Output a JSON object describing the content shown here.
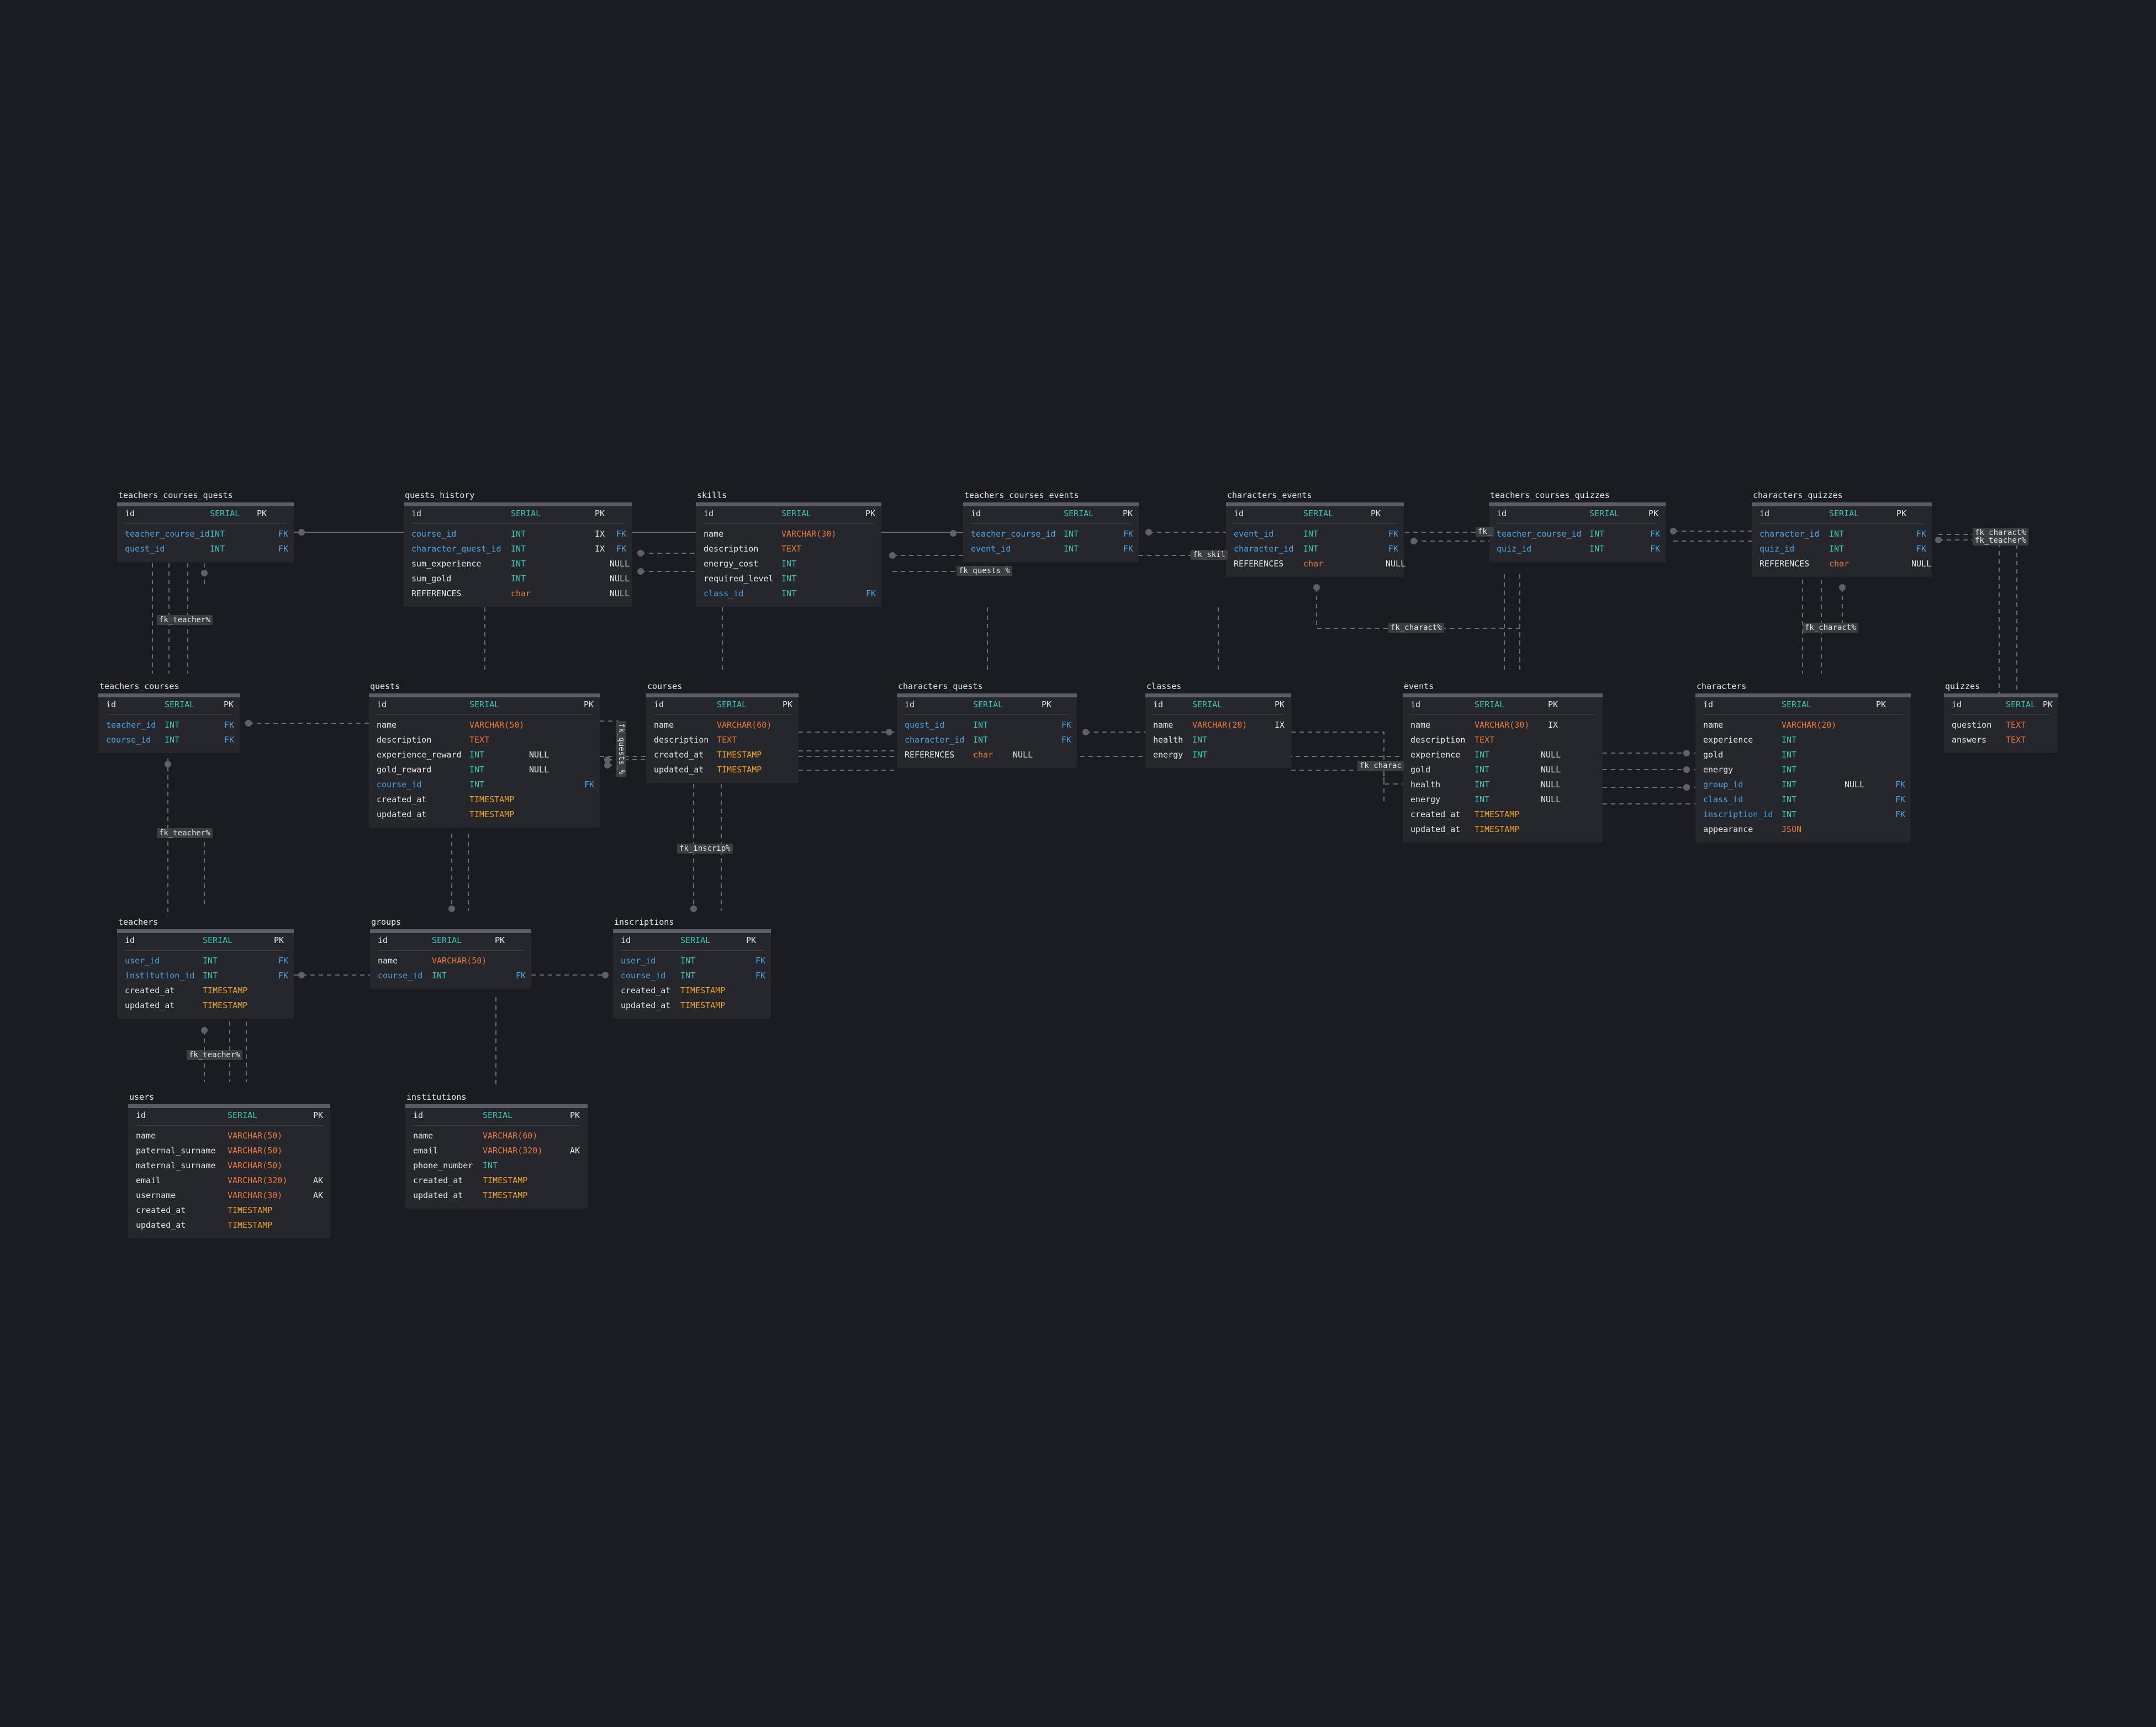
{
  "colors": {
    "background": "#1b1c21",
    "table_body": "#25272c",
    "header_bar": "#5a5d66",
    "field": "#e6e6e6",
    "fk_field": "#4aa5e0",
    "type_serial": "#3cc6b6",
    "type_int": "#3cc6b6",
    "type_text": "#ee7733",
    "type_timestamp": "#f0a020",
    "type_json": "#ee7733",
    "key_fk": "#4aa5e0",
    "edge": "#6a6d74"
  },
  "tables": [
    {
      "name": "teachers_courses_quests",
      "rows": [
        {
          "field": "id",
          "type": "SERIAL",
          "flags": "PK",
          "sep": true
        },
        {
          "field": "teacher_course_id",
          "type": "INT",
          "key": "FK",
          "fk": true
        },
        {
          "field": "quest_id",
          "type": "INT",
          "key": "FK",
          "fk": true
        }
      ]
    },
    {
      "name": "quests_history",
      "rows": [
        {
          "field": "id",
          "type": "SERIAL",
          "flags": "PK",
          "sep": true
        },
        {
          "field": "course_id",
          "type": "INT",
          "flags": "IX",
          "key": "FK",
          "fk": true
        },
        {
          "field": "character_quest_id",
          "type": "INT",
          "flags": "IX",
          "key": "FK",
          "fk": true
        },
        {
          "field": "sum_experience",
          "type": "INT",
          "nul": "NULL"
        },
        {
          "field": "sum_gold",
          "type": "INT",
          "nul": "NULL"
        },
        {
          "field": "REFERENCES",
          "type": "char",
          "nul": "NULL"
        }
      ]
    },
    {
      "name": "skills",
      "rows": [
        {
          "field": "id",
          "type": "SERIAL",
          "flags": "PK",
          "sep": true
        },
        {
          "field": "name",
          "type": "VARCHAR(30)"
        },
        {
          "field": "description",
          "type": "TEXT"
        },
        {
          "field": "energy_cost",
          "type": "INT"
        },
        {
          "field": "required_level",
          "type": "INT"
        },
        {
          "field": "class_id",
          "type": "INT",
          "key": "FK",
          "fk": true
        }
      ]
    },
    {
      "name": "teachers_courses_events",
      "rows": [
        {
          "field": "id",
          "type": "SERIAL",
          "flags": "PK",
          "sep": true
        },
        {
          "field": "teacher_course_id",
          "type": "INT",
          "key": "FK",
          "fk": true
        },
        {
          "field": "event_id",
          "type": "INT",
          "key": "FK",
          "fk": true
        }
      ]
    },
    {
      "name": "characters_events",
      "rows": [
        {
          "field": "id",
          "type": "SERIAL",
          "flags": "PK",
          "sep": true
        },
        {
          "field": "event_id",
          "type": "INT",
          "key": "FK",
          "fk": true
        },
        {
          "field": "character_id",
          "type": "INT",
          "key": "FK",
          "fk": true
        },
        {
          "field": "REFERENCES",
          "type": "char",
          "nul": "NULL"
        }
      ]
    },
    {
      "name": "teachers_courses_quizzes",
      "rows": [
        {
          "field": "id",
          "type": "SERIAL",
          "flags": "PK",
          "sep": true
        },
        {
          "field": "teacher_course_id",
          "type": "INT",
          "key": "FK",
          "fk": true
        },
        {
          "field": "quiz_id",
          "type": "INT",
          "key": "FK",
          "fk": true
        }
      ]
    },
    {
      "name": "characters_quizzes",
      "rows": [
        {
          "field": "id",
          "type": "SERIAL",
          "flags": "PK",
          "sep": true
        },
        {
          "field": "character_id",
          "type": "INT",
          "key": "FK",
          "fk": true
        },
        {
          "field": "quiz_id",
          "type": "INT",
          "key": "FK",
          "fk": true
        },
        {
          "field": "REFERENCES",
          "type": "char",
          "nul": "NULL"
        }
      ]
    },
    {
      "name": "teachers_courses",
      "rows": [
        {
          "field": "id",
          "type": "SERIAL",
          "flags": "PK",
          "sep": true
        },
        {
          "field": "teacher_id",
          "type": "INT",
          "key": "FK",
          "fk": true
        },
        {
          "field": "course_id",
          "type": "INT",
          "key": "FK",
          "fk": true
        }
      ]
    },
    {
      "name": "quests",
      "rows": [
        {
          "field": "id",
          "type": "SERIAL",
          "flags": "PK",
          "sep": true
        },
        {
          "field": "name",
          "type": "VARCHAR(50)"
        },
        {
          "field": "description",
          "type": "TEXT"
        },
        {
          "field": "experience_reward",
          "type": "INT",
          "nul": "NULL"
        },
        {
          "field": "gold_reward",
          "type": "INT",
          "nul": "NULL"
        },
        {
          "field": "course_id",
          "type": "INT",
          "key": "FK",
          "fk": true
        },
        {
          "field": "created_at",
          "type": "TIMESTAMP"
        },
        {
          "field": "updated_at",
          "type": "TIMESTAMP"
        }
      ]
    },
    {
      "name": "courses",
      "rows": [
        {
          "field": "id",
          "type": "SERIAL",
          "flags": "PK",
          "sep": true
        },
        {
          "field": "name",
          "type": "VARCHAR(60)"
        },
        {
          "field": "description",
          "type": "TEXT"
        },
        {
          "field": "created_at",
          "type": "TIMESTAMP"
        },
        {
          "field": "updated_at",
          "type": "TIMESTAMP"
        }
      ]
    },
    {
      "name": "characters_quests",
      "rows": [
        {
          "field": "id",
          "type": "SERIAL",
          "flags": "PK",
          "sep": true
        },
        {
          "field": "quest_id",
          "type": "INT",
          "key": "FK",
          "fk": true
        },
        {
          "field": "character_id",
          "type": "INT",
          "key": "FK",
          "fk": true
        },
        {
          "field": "REFERENCES",
          "type": "char",
          "nul": "NULL"
        }
      ]
    },
    {
      "name": "classes",
      "rows": [
        {
          "field": "id",
          "type": "SERIAL",
          "flags": "PK",
          "sep": true
        },
        {
          "field": "name",
          "type": "VARCHAR(20)",
          "flags": "IX"
        },
        {
          "field": "health",
          "type": "INT"
        },
        {
          "field": "energy",
          "type": "INT"
        }
      ]
    },
    {
      "name": "events",
      "rows": [
        {
          "field": "id",
          "type": "SERIAL",
          "flags": "PK",
          "sep": true
        },
        {
          "field": "name",
          "type": "VARCHAR(30)",
          "flags": "IX"
        },
        {
          "field": "description",
          "type": "TEXT"
        },
        {
          "field": "experience",
          "type": "INT",
          "nul": "NULL"
        },
        {
          "field": "gold",
          "type": "INT",
          "nul": "NULL"
        },
        {
          "field": "health",
          "type": "INT",
          "nul": "NULL"
        },
        {
          "field": "energy",
          "type": "INT",
          "nul": "NULL"
        },
        {
          "field": "created_at",
          "type": "TIMESTAMP"
        },
        {
          "field": "updated_at",
          "type": "TIMESTAMP"
        }
      ]
    },
    {
      "name": "characters",
      "rows": [
        {
          "field": "id",
          "type": "SERIAL",
          "flags": "PK",
          "sep": true
        },
        {
          "field": "name",
          "type": "VARCHAR(20)"
        },
        {
          "field": "experience",
          "type": "INT"
        },
        {
          "field": "gold",
          "type": "INT"
        },
        {
          "field": "energy",
          "type": "INT"
        },
        {
          "field": "group_id",
          "type": "INT",
          "nul": "NULL",
          "key": "FK",
          "fk": true
        },
        {
          "field": "class_id",
          "type": "INT",
          "key": "FK",
          "fk": true
        },
        {
          "field": "inscription_id",
          "type": "INT",
          "key": "FK",
          "fk": true
        },
        {
          "field": "appearance",
          "type": "JSON"
        }
      ]
    },
    {
      "name": "quizzes",
      "rows": [
        {
          "field": "id",
          "type": "SERIAL",
          "flags": "PK",
          "sep": true
        },
        {
          "field": "question",
          "type": "TEXT"
        },
        {
          "field": "answers",
          "type": "TEXT"
        }
      ]
    },
    {
      "name": "teachers",
      "rows": [
        {
          "field": "id",
          "type": "SERIAL",
          "flags": "PK",
          "sep": true
        },
        {
          "field": "user_id",
          "type": "INT",
          "key": "FK",
          "fk": true
        },
        {
          "field": "institution_id",
          "type": "INT",
          "key": "FK",
          "fk": true
        },
        {
          "field": "created_at",
          "type": "TIMESTAMP"
        },
        {
          "field": "updated_at",
          "type": "TIMESTAMP"
        }
      ]
    },
    {
      "name": "groups",
      "rows": [
        {
          "field": "id",
          "type": "SERIAL",
          "flags": "PK",
          "sep": true
        },
        {
          "field": "name",
          "type": "VARCHAR(50)"
        },
        {
          "field": "course_id",
          "type": "INT",
          "key": "FK",
          "fk": true
        }
      ]
    },
    {
      "name": "inscriptions",
      "rows": [
        {
          "field": "id",
          "type": "SERIAL",
          "flags": "PK",
          "sep": true
        },
        {
          "field": "user_id",
          "type": "INT",
          "key": "FK",
          "fk": true
        },
        {
          "field": "course_id",
          "type": "INT",
          "key": "FK",
          "fk": true
        },
        {
          "field": "created_at",
          "type": "TIMESTAMP"
        },
        {
          "field": "updated_at",
          "type": "TIMESTAMP"
        }
      ]
    },
    {
      "name": "users",
      "rows": [
        {
          "field": "id",
          "type": "SERIAL",
          "flags": "PK",
          "sep": true
        },
        {
          "field": "name",
          "type": "VARCHAR(50)"
        },
        {
          "field": "paternal_surname",
          "type": "VARCHAR(50)"
        },
        {
          "field": "maternal_surname",
          "type": "VARCHAR(50)"
        },
        {
          "field": "email",
          "type": "VARCHAR(320)",
          "flags": "AK"
        },
        {
          "field": "username",
          "type": "VARCHAR(30)",
          "flags": "AK"
        },
        {
          "field": "created_at",
          "type": "TIMESTAMP"
        },
        {
          "field": "updated_at",
          "type": "TIMESTAMP"
        }
      ]
    },
    {
      "name": "institutions",
      "rows": [
        {
          "field": "id",
          "type": "SERIAL",
          "flags": "PK",
          "sep": true
        },
        {
          "field": "name",
          "type": "VARCHAR(60)"
        },
        {
          "field": "email",
          "type": "VARCHAR(320)",
          "flags": "AK"
        },
        {
          "field": "phone_number",
          "type": "INT"
        },
        {
          "field": "created_at",
          "type": "TIMESTAMP"
        },
        {
          "field": "updated_at",
          "type": "TIMESTAMP"
        }
      ]
    }
  ],
  "edge_labels": [
    "fk_teacher%",
    "fk_teacher%",
    "fk_teacher%",
    "fk_quests_%",
    "fk_quests_%",
    "fk_inscrip%",
    "fk_skil",
    "fk_charact%",
    "fk_charact%",
    "fk_charact%",
    "fk_teacher%",
    "fk_charac",
    "fk_"
  ]
}
